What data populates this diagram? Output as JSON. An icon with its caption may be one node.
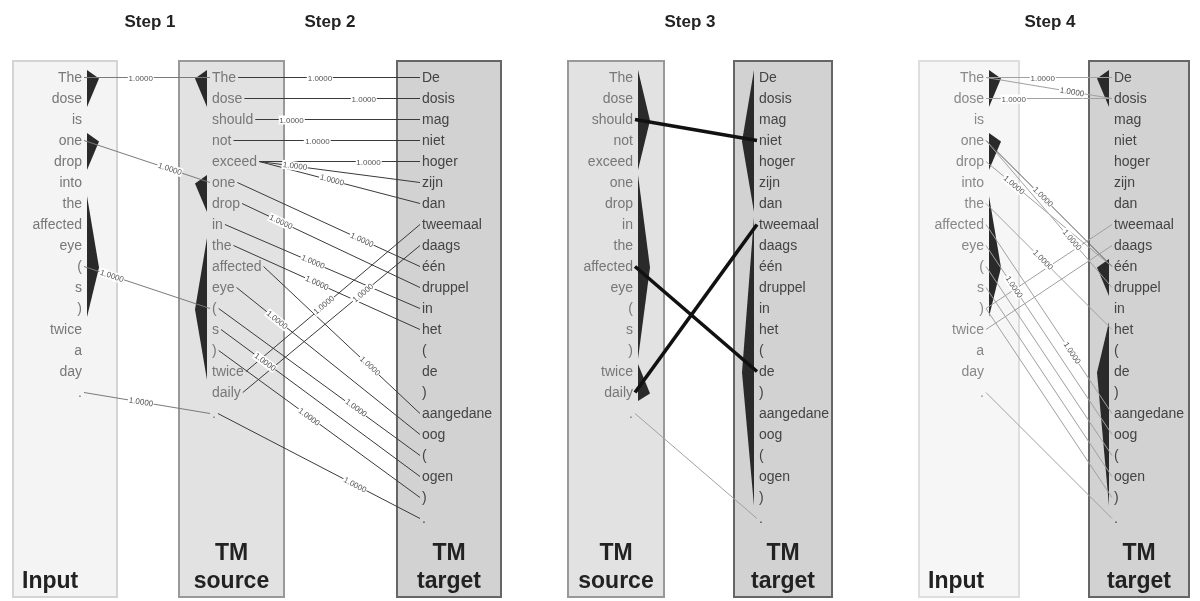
{
  "diagram": {
    "nodes": [
      {
        "text": [
          "Input"
        ]
      },
      {
        "text": [
          "The"
        ],
        "in": 0
      },
      {
        "text": [
          "dose"
        ],
        "in": 0
      },
      {
        "text": [
          "is"
        ],
        "in": 0
      },
      {
        "text": [
          "one"
        ],
        "in": 0
      },
      {
        "text": [
          "drop"
        ],
        "in": 0
      },
      {
        "text": [
          "into"
        ],
        "in": 0
      },
      {
        "text": [
          "the"
        ],
        "in": 0
      },
      {
        "text": [
          "affected"
        ],
        "in": 0
      },
      {
        "text": [
          "eye"
        ],
        "in": 0
      },
      {
        "text": [
          "("
        ],
        "in": 0
      },
      {
        "text": [
          "s"
        ],
        "in": 0
      },
      {
        "text": [
          ")"
        ],
        "in": 0
      },
      {
        "text": [
          "twice"
        ],
        "in": 0
      },
      {
        "text": [
          "a"
        ],
        "in": 0
      },
      {
        "text": [
          "day"
        ],
        "in": 0
      },
      {
        "text": [
          "."
        ],
        "in": 0
      },
      {
        "text": [
          "TM source"
        ]
      },
      {
        "text": [
          "The"
        ],
        "in": 17
      },
      {
        "text": [
          "dose"
        ],
        "in": 17
      },
      {
        "text": [
          "should"
        ],
        "in": 17
      },
      {
        "text": [
          "not"
        ],
        "in": 17
      },
      {
        "text": [
          "exceed"
        ],
        "in": 17
      },
      {
        "text": [
          "one"
        ],
        "in": 17
      },
      {
        "text": [
          "drop"
        ],
        "in": 17
      },
      {
        "text": [
          "in"
        ],
        "in": 17
      },
      {
        "text": [
          "the"
        ],
        "in": 17
      },
      {
        "text": [
          "affected"
        ],
        "in": 17
      },
      {
        "text": [
          "eye"
        ],
        "in": 17
      },
      {
        "text": [
          "("
        ],
        "in": 17
      },
      {
        "text": [
          "s"
        ],
        "in": 17
      },
      {
        "text": [
          ")"
        ],
        "in": 17
      },
      {
        "text": [
          "twice"
        ],
        "in": 17
      },
      {
        "text": [
          "daily"
        ],
        "in": 17
      },
      {
        "text": [
          "."
        ],
        "in": 17
      },
      {
        "text": [
          "TM target"
        ]
      },
      {
        "text": [
          "De"
        ],
        "in": 35
      },
      {
        "text": [
          "dosis"
        ],
        "in": 35
      },
      {
        "text": [
          "mag"
        ],
        "in": 35
      },
      {
        "text": [
          "niet"
        ],
        "in": 35
      },
      {
        "text": [
          "hoger"
        ],
        "in": 35
      },
      {
        "text": [
          "zijn"
        ],
        "in": 35
      },
      {
        "text": [
          "dan"
        ],
        "in": 35
      },
      {
        "text": [
          "tweemaal"
        ],
        "in": 35
      },
      {
        "text": [
          "daags"
        ],
        "in": 35
      },
      {
        "text": [
          "één"
        ],
        "in": 35
      },
      {
        "text": [
          "druppel"
        ],
        "in": 35
      },
      {
        "text": [
          "in"
        ],
        "in": 35
      },
      {
        "text": [
          "het"
        ],
        "in": 35
      },
      {
        "text": [
          "("
        ],
        "in": 35
      },
      {
        "text": [
          "de"
        ],
        "in": 35
      },
      {
        "text": [
          ")"
        ],
        "in": 35
      },
      {
        "text": [
          "aangedane"
        ],
        "in": 35
      },
      {
        "text": [
          "oog"
        ],
        "in": 35
      },
      {
        "text": [
          "("
        ],
        "in": 35
      },
      {
        "text": [
          "ogen"
        ],
        "in": 35
      },
      {
        "text": [
          ")"
        ],
        "in": 35
      },
      {
        "text": [
          "."
        ],
        "in": 35
      },
      {
        "text": [
          "TM source"
        ]
      },
      {
        "text": [
          "The"
        ],
        "in": 58
      },
      {
        "text": [
          "dose"
        ],
        "in": 58
      },
      {
        "text": [
          "should"
        ],
        "in": 58
      },
      {
        "text": [
          "not"
        ],
        "in": 58
      },
      {
        "text": [
          "exceed"
        ],
        "in": 58
      },
      {
        "text": [
          "one"
        ],
        "in": 58
      },
      {
        "text": [
          "drop"
        ],
        "in": 58
      },
      {
        "text": [
          "in"
        ],
        "in": 58
      },
      {
        "text": [
          "the"
        ],
        "in": 58
      },
      {
        "text": [
          "affected"
        ],
        "in": 58
      },
      {
        "text": [
          "eye"
        ],
        "in": 58
      },
      {
        "text": [
          "("
        ],
        "in": 58
      },
      {
        "text": [
          "s"
        ],
        "in": 58
      },
      {
        "text": [
          ")"
        ],
        "in": 58
      },
      {
        "text": [
          "twice"
        ],
        "in": 58
      },
      {
        "text": [
          "daily"
        ],
        "in": 58
      },
      {
        "text": [
          "."
        ],
        "in": 58
      },
      {
        "text": [
          "TM target"
        ]
      },
      {
        "text": [
          "De"
        ],
        "in": 76
      },
      {
        "text": [
          "dosis"
        ],
        "in": 76
      },
      {
        "text": [
          "mag"
        ],
        "in": 76
      },
      {
        "text": [
          "niet"
        ],
        "in": 76
      },
      {
        "text": [
          "hoger"
        ],
        "in": 76
      },
      {
        "text": [
          "zijn"
        ],
        "in": 76
      },
      {
        "text": [
          "dan"
        ],
        "in": 76
      },
      {
        "text": [
          "tweemaal"
        ],
        "in": 76
      },
      {
        "text": [
          "daags"
        ],
        "in": 76
      },
      {
        "text": [
          "één"
        ],
        "in": 76
      },
      {
        "text": [
          "druppel"
        ],
        "in": 76
      },
      {
        "text": [
          "in"
        ],
        "in": 76
      },
      {
        "text": [
          "het"
        ],
        "in": 76
      },
      {
        "text": [
          "("
        ],
        "in": 76
      },
      {
        "text": [
          "de"
        ],
        "in": 76
      },
      {
        "text": [
          ")"
        ],
        "in": 76
      },
      {
        "text": [
          "aangedane"
        ],
        "in": 76
      },
      {
        "text": [
          "oog"
        ],
        "in": 76
      },
      {
        "text": [
          "("
        ],
        "in": 76
      },
      {
        "text": [
          "ogen"
        ],
        "in": 76
      },
      {
        "text": [
          ")"
        ],
        "in": 76
      },
      {
        "text": [
          "."
        ],
        "in": 76
      },
      {
        "text": [
          "Input"
        ]
      },
      {
        "text": [
          "The"
        ],
        "in": 99
      },
      {
        "text": [
          "dose"
        ],
        "in": 99
      },
      {
        "text": [
          "is"
        ],
        "in": 99
      },
      {
        "text": [
          "one"
        ],
        "in": 99
      },
      {
        "text": [
          "drop"
        ],
        "in": 99
      },
      {
        "text": [
          "into"
        ],
        "in": 99
      },
      {
        "text": [
          "the"
        ],
        "in": 99
      },
      {
        "text": [
          "affected"
        ],
        "in": 99
      },
      {
        "text": [
          "eye"
        ],
        "in": 99
      },
      {
        "text": [
          "("
        ],
        "in": 99
      },
      {
        "text": [
          "s"
        ],
        "in": 99
      },
      {
        "text": [
          ")"
        ],
        "in": 99
      },
      {
        "text": [
          "twice"
        ],
        "in": 99
      },
      {
        "text": [
          "a"
        ],
        "in": 99
      },
      {
        "text": [
          "day"
        ],
        "in": 99
      },
      {
        "text": [
          "."
        ],
        "in": 99
      },
      {
        "text": [
          "TM target"
        ]
      },
      {
        "text": [
          "De"
        ],
        "in": 116
      },
      {
        "text": [
          "dosis"
        ],
        "in": 116
      },
      {
        "text": [
          "mag"
        ],
        "in": 116
      },
      {
        "text": [
          "niet"
        ],
        "in": 116
      },
      {
        "text": [
          "hoger"
        ],
        "in": 116
      },
      {
        "text": [
          "zijn"
        ],
        "in": 116
      },
      {
        "text": [
          "dan"
        ],
        "in": 116
      },
      {
        "text": [
          "tweemaal"
        ],
        "in": 116
      },
      {
        "text": [
          "daags"
        ],
        "in": 116
      },
      {
        "text": [
          "één"
        ],
        "in": 116
      },
      {
        "text": [
          "druppel"
        ],
        "in": 116
      },
      {
        "text": [
          "in"
        ],
        "in": 116
      },
      {
        "text": [
          "het"
        ],
        "in": 116
      },
      {
        "text": [
          "("
        ],
        "in": 116
      },
      {
        "text": [
          "de"
        ],
        "in": 116
      },
      {
        "text": [
          ")"
        ],
        "in": 116
      },
      {
        "text": [
          "aangedane"
        ],
        "in": 116
      },
      {
        "text": [
          "oog"
        ],
        "in": 116
      },
      {
        "text": [
          "("
        ],
        "in": 116
      },
      {
        "text": [
          "ogen"
        ],
        "in": 116
      },
      {
        "text": [
          ")"
        ],
        "in": 116
      },
      {
        "text": [
          "."
        ],
        "in": 116
      }
    ],
    "edges": [
      {
        "from": 1,
        "to": 18,
        "arrow": "none",
        "label": "1.0000",
        "color": "#7a7a7a"
      },
      {
        "from": 4,
        "to": 23,
        "arrow": "none",
        "label": "1.0000",
        "color": "#7a7a7a"
      },
      {
        "from": 10,
        "to": 29,
        "arrow": "none",
        "label": "1.0000",
        "color": "#7a7a7a"
      },
      {
        "from": 16,
        "to": 34,
        "arrow": "none",
        "label": "1.0000",
        "color": "#7a7a7a"
      },
      {
        "from": 18,
        "to": 36,
        "arrow": "none",
        "label": "1.0000"
      },
      {
        "from": 19,
        "to": 37,
        "arrow": "none",
        "label": "1.0000"
      },
      {
        "from": 20,
        "to": 38,
        "arrow": "none",
        "label": "1.0000"
      },
      {
        "from": 21,
        "to": 39,
        "arrow": "none",
        "label": "1.0000"
      },
      {
        "from": 22,
        "to": 40,
        "arrow": "none",
        "label": "1.0000"
      },
      {
        "from": 22,
        "to": 41,
        "arrow": "none",
        "label": "1.0000"
      },
      {
        "from": 22,
        "to": 42,
        "arrow": "none",
        "label": "1.0000"
      },
      {
        "from": 23,
        "to": 45,
        "arrow": "none",
        "label": "1.0000"
      },
      {
        "from": 24,
        "to": 46,
        "arrow": "none",
        "label": "1.0000"
      },
      {
        "from": 25,
        "to": 47,
        "arrow": "none",
        "label": "1.0000"
      },
      {
        "from": 26,
        "to": 48,
        "arrow": "none",
        "label": "1.0000"
      },
      {
        "from": 27,
        "to": 52,
        "arrow": "none",
        "label": "1.0000"
      },
      {
        "from": 28,
        "to": 53,
        "arrow": "none",
        "label": "1.0000"
      },
      {
        "from": 29,
        "to": 54,
        "arrow": "none",
        "label": "1.0000"
      },
      {
        "from": 30,
        "to": 55,
        "arrow": "none",
        "label": "1.0000"
      },
      {
        "from": 31,
        "to": 56,
        "arrow": "none",
        "label": "1.0000"
      },
      {
        "from": 32,
        "to": 43,
        "arrow": "none",
        "label": "1.0000"
      },
      {
        "from": 33,
        "to": 44,
        "arrow": "none",
        "label": "1.0000"
      },
      {
        "from": 34,
        "to": 57,
        "arrow": "none",
        "label": "1.0000"
      },
      {
        "from": 61,
        "to": 80,
        "arrow": "none",
        "style": "thick",
        "color": "#111111"
      },
      {
        "from": 68,
        "to": 91,
        "arrow": "none",
        "style": "thick",
        "color": "#111111"
      },
      {
        "from": 74,
        "to": 84,
        "arrow": "none",
        "style": "thick",
        "color": "#111111"
      },
      {
        "from": 75,
        "to": 98,
        "arrow": "none",
        "color": "#a0a0a0"
      },
      {
        "from": 100,
        "to": 117,
        "arrow": "none",
        "label": "1.0000",
        "color": "#a0a0a0"
      },
      {
        "from": 100,
        "to": 118,
        "arrow": "none",
        "label": "1.0000",
        "color": "#a0a0a0"
      },
      {
        "from": 101,
        "to": 118,
        "arrow": "none",
        "label": "1.0000",
        "color": "#a0a0a0"
      },
      {
        "from": 103,
        "to": 126,
        "arrow": "none",
        "label": "1.0000",
        "color": "#555555"
      },
      {
        "from": 103,
        "to": 127,
        "arrow": "none",
        "label": "1.0000",
        "color": "#a0a0a0"
      },
      {
        "from": 104,
        "to": 126,
        "arrow": "none",
        "label": "1.0000",
        "color": "#a0a0a0"
      },
      {
        "from": 106,
        "to": 129,
        "arrow": "none",
        "label": "1.0000",
        "color": "#a0a0a0"
      },
      {
        "from": 107,
        "to": 133,
        "arrow": "none",
        "label": "1.0000",
        "color": "#a0a0a0"
      },
      {
        "from": 108,
        "to": 134,
        "arrow": "none",
        "label": "1.0000",
        "color": "#a0a0a0"
      },
      {
        "from": 109,
        "to": 135,
        "arrow": "none",
        "color": "#a0a0a0"
      },
      {
        "from": 110,
        "to": 136,
        "arrow": "none",
        "color": "#a0a0a0"
      },
      {
        "from": 111,
        "to": 137,
        "arrow": "none",
        "color": "#a0a0a0"
      },
      {
        "from": 111,
        "to": 124,
        "arrow": "none",
        "color": "#a0a0a0"
      },
      {
        "from": 112,
        "to": 125,
        "arrow": "none",
        "color": "#a0a0a0"
      },
      {
        "from": 115,
        "to": 138,
        "arrow": "none",
        "color": "#a0a0a0"
      }
    ],
    "labels": [
      "Step 1",
      "Step 2",
      "Step 3",
      "Step 4"
    ]
  }
}
